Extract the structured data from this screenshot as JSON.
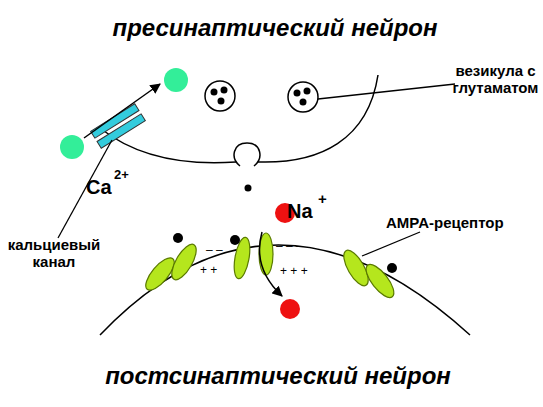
{
  "diagram": {
    "labels": [
      "пресинаптический нейрон",
      "везикула с глутаматом",
      "Ca",
      "2+",
      "кальциевый канал",
      "Na",
      "+",
      "AMPA-рецептор",
      "– –",
      "+ +",
      "– – –",
      "+ + +",
      "постсинаптический нейрон"
    ]
  }
}
